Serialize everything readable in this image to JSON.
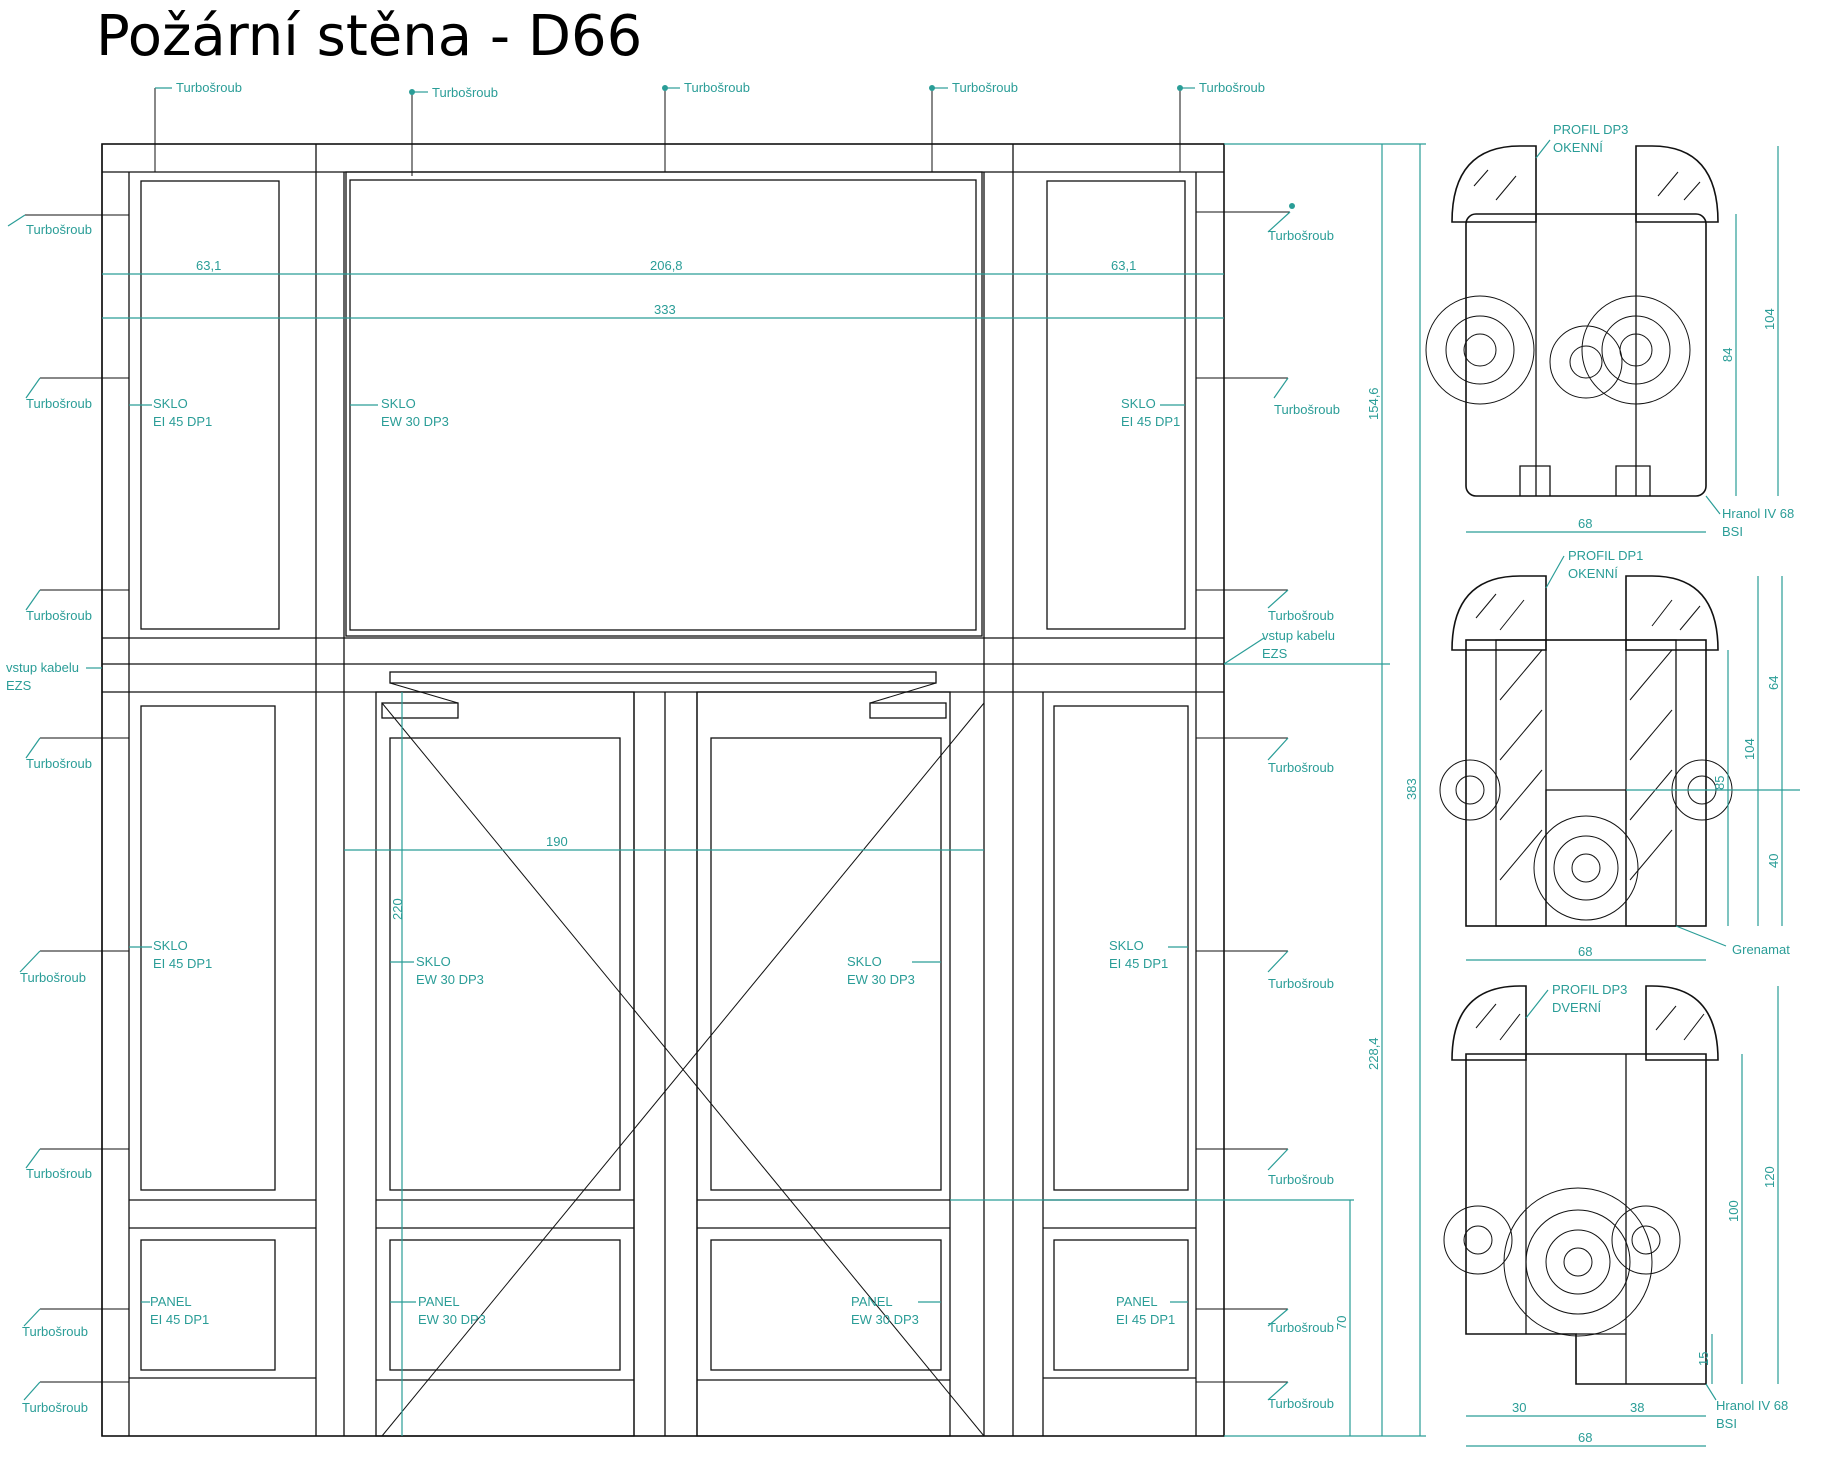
{
  "title": "Požární stěna - D66",
  "colors": {
    "annotation": "#2a9d97",
    "lines": "#111111"
  },
  "labels": {
    "turbosroub": "Turbošroub",
    "sklo": "SKLO",
    "panel": "PANEL",
    "ei45": "EI 45 DP1",
    "ew30": "EW 30 DP3",
    "kabel1": "vstup kabelu",
    "ezs": "EZS"
  },
  "dims": {
    "w_left": "63,1",
    "w_mid": "206,8",
    "w_right": "63,1",
    "w_total": "333",
    "door_w": "190",
    "door_h": "220",
    "h_upper": "154,6",
    "h_lower": "228,4",
    "h_total": "383",
    "panel_h": "70"
  },
  "profiles": {
    "p1": {
      "name1": "PROFIL DP3",
      "name2": "OKENNÍ",
      "w": "68",
      "h_outer": "104",
      "h_inner": "84",
      "material1": "Hranol IV 68",
      "material2": "BSI"
    },
    "p2": {
      "name1": "PROFIL DP1",
      "name2": "OKENNÍ",
      "w": "68",
      "h_outer": "104",
      "h_inner": "85",
      "h_top": "64",
      "h_bottom": "40",
      "material": "Grenamat"
    },
    "p3": {
      "name1": "PROFIL DP3",
      "name2": "DVERNÍ",
      "w": "68",
      "w_a": "30",
      "w_b": "38",
      "h_outer": "120",
      "h_inner": "100",
      "h_step": "15",
      "material1": "Hranol IV 68",
      "material2": "BSI"
    }
  }
}
